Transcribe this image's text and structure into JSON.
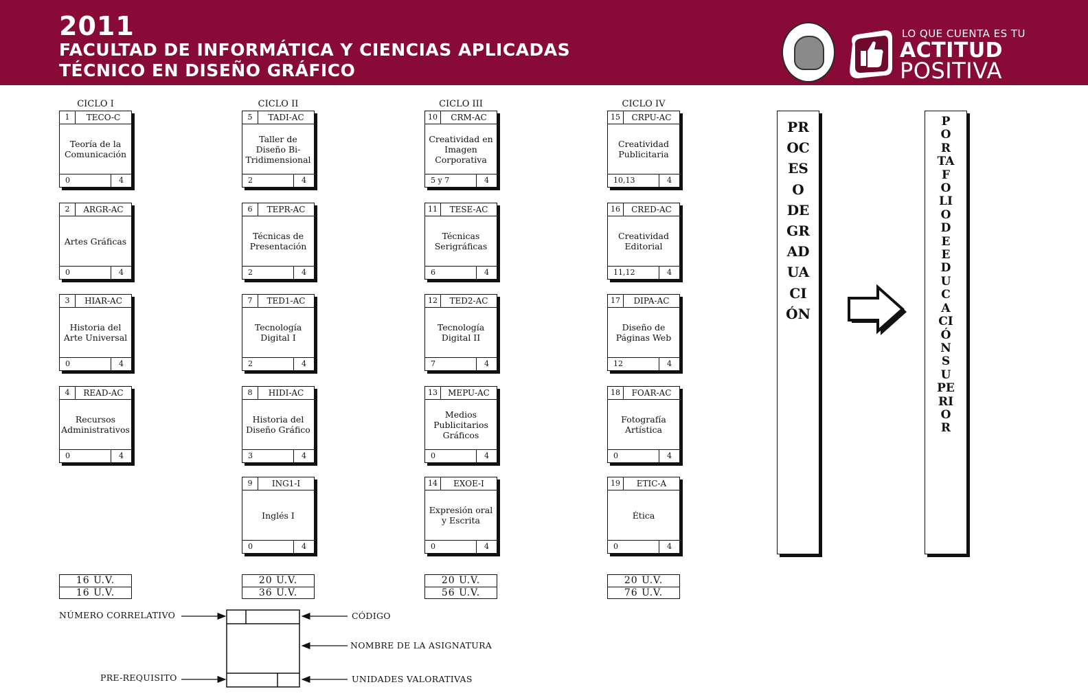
{
  "header": {
    "year": "2011",
    "line1": "FACULTAD DE INFORMÁTICA Y CIENCIAS APLICADAS",
    "line2": "TÉCNICO EN DISEÑO GRÁFICO",
    "slogan_top": "LO QUE CUENTA ES TU",
    "slogan_mid": "ACTITUD",
    "slogan_bottom": "POSITIVA",
    "bg_color": "#870a37"
  },
  "cycles": [
    {
      "title": "CICLO I",
      "uv": "16 U.V.",
      "uv_total": "16 U.V.",
      "courses": [
        {
          "num": "1",
          "code": "TECO-C",
          "name": "Teoría de la Comunicación",
          "pre": "0",
          "uv": "4"
        },
        {
          "num": "2",
          "code": "ARGR-AC",
          "name": "Artes Gráficas",
          "pre": "0",
          "uv": "4"
        },
        {
          "num": "3",
          "code": "HIAR-AC",
          "name": "Historia del Arte Universal",
          "pre": "0",
          "uv": "4"
        },
        {
          "num": "4",
          "code": "READ-AC",
          "name": "Recursos Administrativos",
          "pre": "0",
          "uv": "4"
        }
      ]
    },
    {
      "title": "CICLO II",
      "uv": "20 U.V.",
      "uv_total": "36 U.V.",
      "courses": [
        {
          "num": "5",
          "code": "TADI-AC",
          "name": "Taller de Diseño Bi-Tridimensional",
          "pre": "2",
          "uv": "4"
        },
        {
          "num": "6",
          "code": "TEPR-AC",
          "name": "Técnicas de Presentación",
          "pre": "2",
          "uv": "4"
        },
        {
          "num": "7",
          "code": "TED1-AC",
          "name": "Tecnología Digital I",
          "pre": "2",
          "uv": "4"
        },
        {
          "num": "8",
          "code": "HIDI-AC",
          "name": "Historia del Diseño Gráfico",
          "pre": "3",
          "uv": "4"
        },
        {
          "num": "9",
          "code": "ING1-I",
          "name": "Inglés I",
          "pre": "0",
          "uv": "4"
        }
      ]
    },
    {
      "title": "CICLO III",
      "uv": "20 U.V.",
      "uv_total": "56 U.V.",
      "courses": [
        {
          "num": "10",
          "code": "CRM-AC",
          "name": "Creatividad en Imagen Corporativa",
          "pre": "5 y 7",
          "uv": "4"
        },
        {
          "num": "11",
          "code": "TESE-AC",
          "name": "Técnicas Serigráficas",
          "pre": "6",
          "uv": "4"
        },
        {
          "num": "12",
          "code": "TED2-AC",
          "name": "Tecnología Digital II",
          "pre": "7",
          "uv": "4"
        },
        {
          "num": "13",
          "code": "MEPU-AC",
          "name": "Medios Publicitarios Gráficos",
          "pre": "0",
          "uv": "4"
        },
        {
          "num": "14",
          "code": "EXOE-I",
          "name": "Expresión oral y Escrita",
          "pre": "0",
          "uv": "4"
        }
      ]
    },
    {
      "title": "CICLO IV",
      "uv": "20 U.V.",
      "uv_total": "76 U.V.",
      "courses": [
        {
          "num": "15",
          "code": "CRPU-AC",
          "name": "Creatividad Publicitaria",
          "pre": "10,13",
          "uv": "4"
        },
        {
          "num": "16",
          "code": "CRED-AC",
          "name": "Creatividad Editorial",
          "pre": "11,12",
          "uv": "4"
        },
        {
          "num": "17",
          "code": "DIPA-AC",
          "name": "Diseño de Páginas Web",
          "pre": "12",
          "uv": "4"
        },
        {
          "num": "18",
          "code": "FOAR-AC",
          "name": "Fotografía Artística",
          "pre": "0",
          "uv": "4"
        },
        {
          "num": "19",
          "code": "ETIC-A",
          "name": "Ética",
          "pre": "0",
          "uv": "4"
        }
      ]
    }
  ],
  "graduation": "PROCESO DE GRADUACIÓN",
  "portfolio": "PORTAFOLIO DE EDUCACIÓN SUPERIOR",
  "legend": {
    "number": "NÚMERO CORRELATIVO",
    "prereq": "PRE-REQUISITO",
    "code": "CÓDIGO",
    "name": "NOMBRE DE LA ASIGNATURA",
    "uv": "UNIDADES VALORATIVAS"
  }
}
